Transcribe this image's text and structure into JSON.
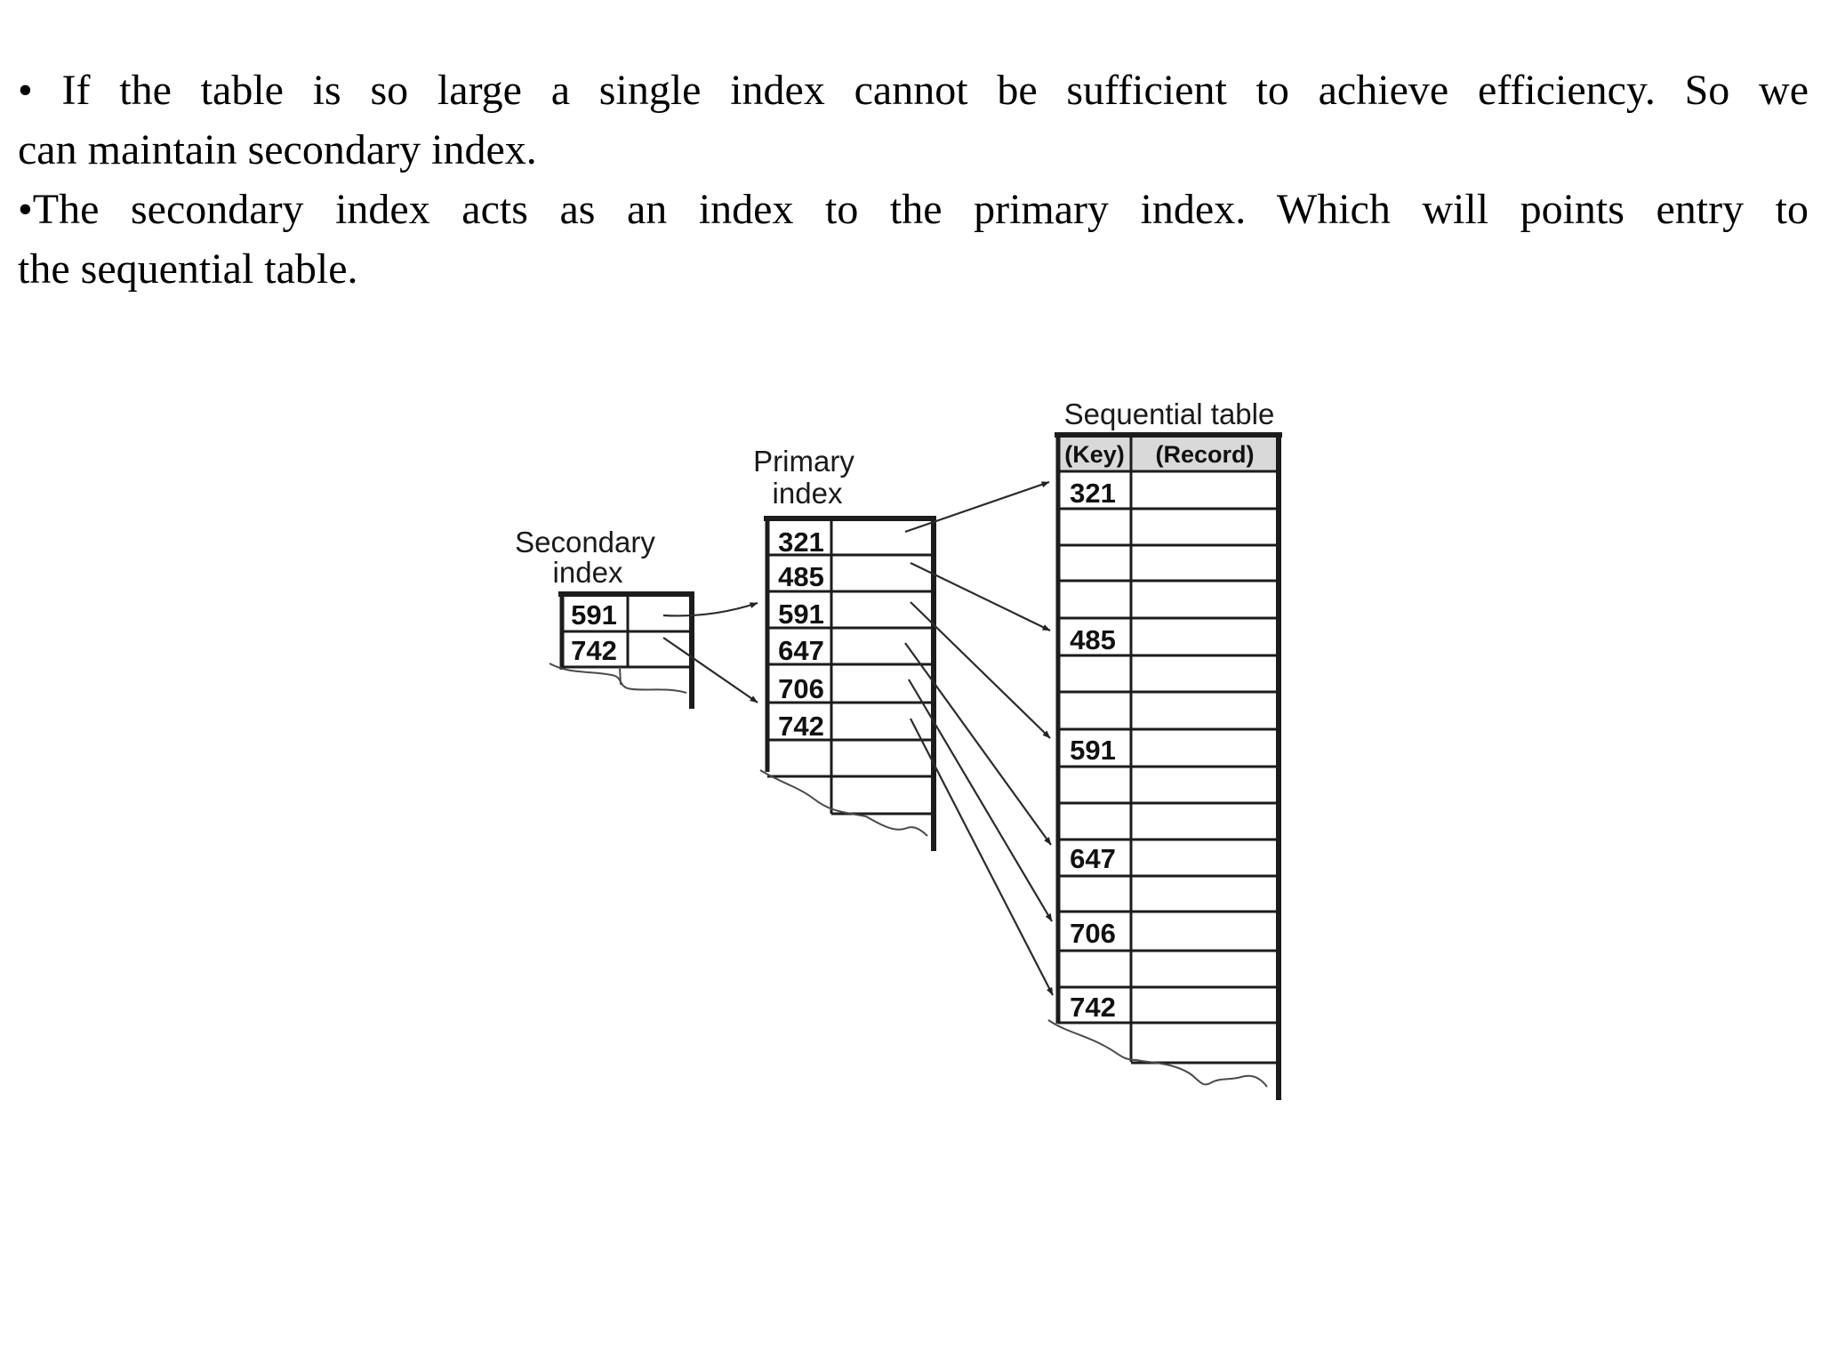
{
  "text_block": {
    "lines": [
      "• If the table is so large a single index cannot be sufficient to achieve efficiency. So we",
      "can maintain secondary index.",
      "•The secondary index acts as an index to the primary index. Which will points entry to",
      "the sequential table."
    ]
  },
  "diagram": {
    "secondary_index": {
      "label_line1": "Secondary",
      "label_line2": "index",
      "rows": [
        "591",
        "742"
      ]
    },
    "primary_index": {
      "label_line1": "Primary",
      "label_line2": "index",
      "rows": [
        "321",
        "485",
        "591",
        "647",
        "706",
        "742"
      ]
    },
    "sequential_table": {
      "title": "Sequential table",
      "col_key": "(Key)",
      "col_record": "(Record)",
      "keys": [
        "321",
        "485",
        "591",
        "647",
        "706",
        "742"
      ]
    },
    "links": {
      "secondary_to_primary": [
        [
          "591",
          "591"
        ],
        [
          "742",
          "742"
        ]
      ],
      "primary_to_sequential": [
        [
          "321",
          "321"
        ],
        [
          "485",
          "485"
        ],
        [
          "591",
          "591"
        ],
        [
          "647",
          "647"
        ],
        [
          "706",
          "706"
        ],
        [
          "742",
          "742"
        ]
      ]
    },
    "colors": {
      "header_bg": "#d9d9d9",
      "border": "#1c1c1c",
      "arrow": "#2b2b2b",
      "torn_edge": "#4a4a4a"
    }
  }
}
